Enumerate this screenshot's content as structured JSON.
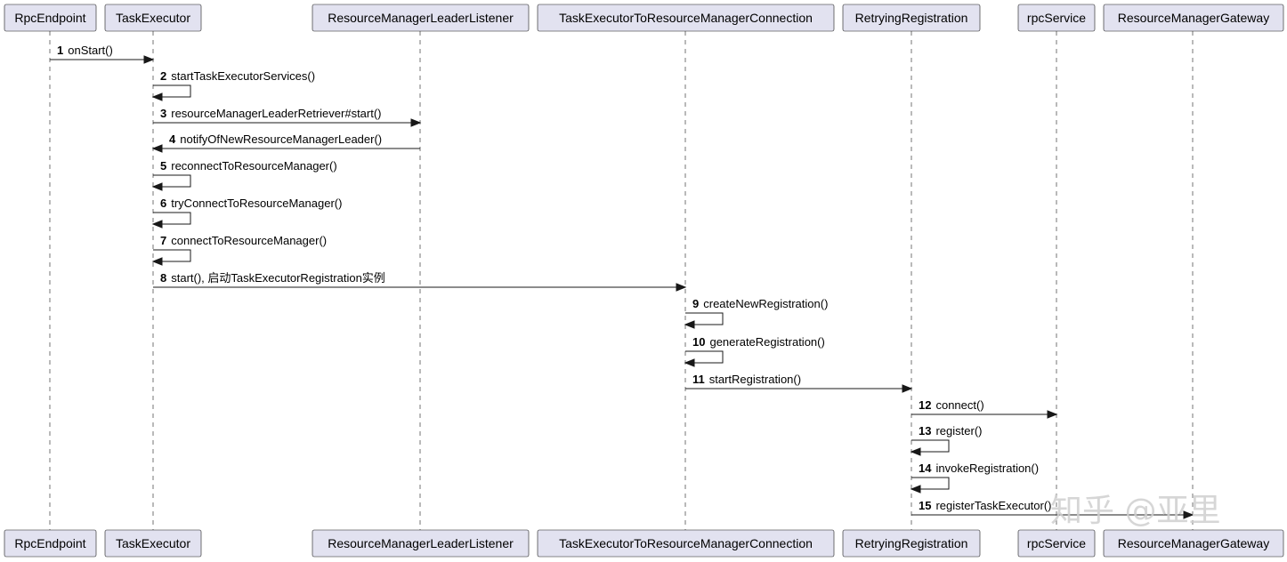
{
  "participants": [
    {
      "id": "rpcendpoint",
      "label": "RpcEndpoint"
    },
    {
      "id": "taskexecutor",
      "label": "TaskExecutor"
    },
    {
      "id": "resourcemanagerleaderlistener",
      "label": "ResourceManagerLeaderListener"
    },
    {
      "id": "taskexecutortoresourcemanagerconnection",
      "label": "TaskExecutorToResourceManagerConnection"
    },
    {
      "id": "retryingregistration",
      "label": "RetryingRegistration"
    },
    {
      "id": "rpcservice",
      "label": "rpcService"
    },
    {
      "id": "resourcemanagergateway",
      "label": "ResourceManagerGateway"
    }
  ],
  "messages": [
    {
      "num": "1",
      "text": "onStart()",
      "from": 0,
      "to": 1
    },
    {
      "num": "2",
      "text": "startTaskExecutorServices()",
      "from": 1,
      "to": 1
    },
    {
      "num": "3",
      "text": "resourceManagerLeaderRetriever#start()",
      "from": 1,
      "to": 2
    },
    {
      "num": "4",
      "text": "notifyOfNewResourceManagerLeader()",
      "from": 2,
      "to": 1
    },
    {
      "num": "5",
      "text": "reconnectToResourceManager()",
      "from": 1,
      "to": 1
    },
    {
      "num": "6",
      "text": "tryConnectToResourceManager()",
      "from": 1,
      "to": 1
    },
    {
      "num": "7",
      "text": "connectToResourceManager()",
      "from": 1,
      "to": 1
    },
    {
      "num": "8",
      "text": "start(), 启动TaskExecutorRegistration实例",
      "from": 1,
      "to": 3
    },
    {
      "num": "9",
      "text": "createNewRegistration()",
      "from": 3,
      "to": 3
    },
    {
      "num": "10",
      "text": "generateRegistration()",
      "from": 3,
      "to": 3
    },
    {
      "num": "11",
      "text": "startRegistration()",
      "from": 3,
      "to": 4
    },
    {
      "num": "12",
      "text": "connect()",
      "from": 4,
      "to": 5
    },
    {
      "num": "13",
      "text": "register()",
      "from": 4,
      "to": 4
    },
    {
      "num": "14",
      "text": "invokeRegistration()",
      "from": 4,
      "to": 4
    },
    {
      "num": "15",
      "text": "registerTaskExecutor()",
      "from": 4,
      "to": 6
    }
  ],
  "watermark": "知乎 @亚里",
  "colors": {
    "participant_fill": "#e2e2f0",
    "line": "#181818",
    "watermark": "#cfcfcf"
  }
}
